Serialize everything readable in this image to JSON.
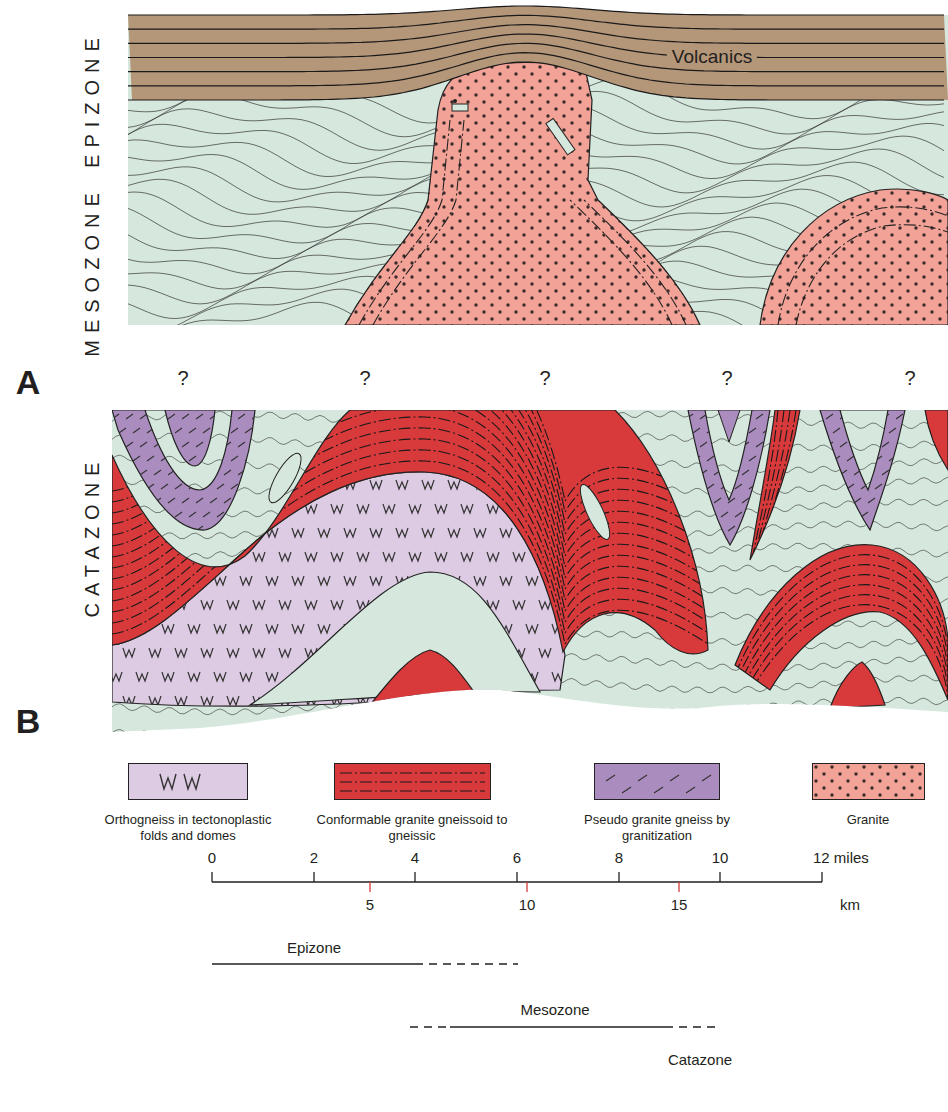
{
  "diagram": {
    "labels": [
      "EPIZONE",
      "MESOZONE",
      "CATAZONE",
      "Volcanics",
      "A",
      "?",
      "?",
      "?",
      "?",
      "?",
      "B",
      "0",
      "2",
      "4",
      "6",
      "8",
      "10",
      "12 miles",
      "5",
      "10",
      "15",
      "km",
      "Epizone",
      "Mesozone",
      "Catazone"
    ],
    "legend": [
      {
        "text": "Orthogneiss in tectonoplastic folds and domes",
        "color": "#dccbe3"
      },
      {
        "text": "Conformable granite gneissoid to gneissic",
        "color": "#d8393b"
      },
      {
        "text": "Pseudo granite gneiss by granitization",
        "color": "#aa8cbe"
      },
      {
        "text": "Granite",
        "color": "#f2a296"
      }
    ]
  }
}
